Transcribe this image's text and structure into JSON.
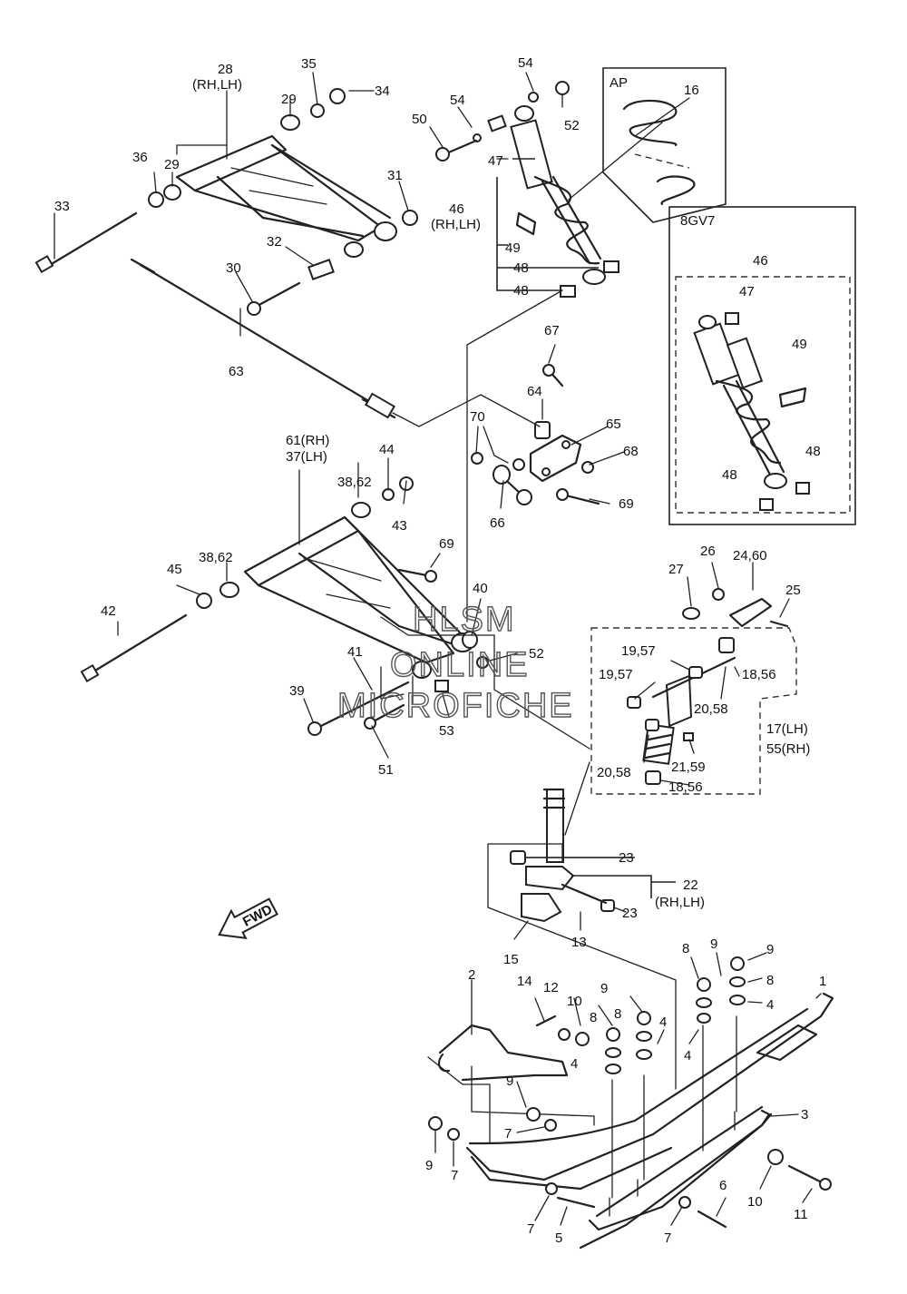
{
  "labels": {
    "l28": "28",
    "l28sub": "(RH,LH)",
    "l35": "35",
    "l34": "34",
    "l29a": "29",
    "l29b": "29",
    "l36": "36",
    "l31": "31",
    "l33": "33",
    "l32": "32",
    "l30": "30",
    "l63": "63",
    "l54a": "54",
    "l54b": "54",
    "l50": "50",
    "l52a": "52",
    "l47": "47",
    "l46": "46",
    "l46sub": "(RH,LH)",
    "l49": "49",
    "l48a": "48",
    "l48b": "48",
    "l67": "67",
    "l64": "64",
    "l65": "65",
    "l70": "70",
    "l68": "68",
    "l69a": "69",
    "l66": "66",
    "l61": "61(RH)",
    "l37": "37(LH)",
    "l44": "44",
    "l3862a": "38,62",
    "l43": "43",
    "l3862b": "38,62",
    "l69b": "69",
    "l45": "45",
    "l42": "42",
    "l40": "40",
    "l52b": "52",
    "l41": "41",
    "l39": "39",
    "l53": "53",
    "l51": "51",
    "l26": "26",
    "l2460": "24,60",
    "l27": "27",
    "l25": "25",
    "l1957a": "19,57",
    "l1957b": "19,57",
    "l1856a": "18,56",
    "l2058a": "20,58",
    "l17": "17(LH)",
    "l55": "55(RH)",
    "l2058b": "20,58",
    "l2159": "21,59",
    "l1856b": "18,56",
    "l23a": "23",
    "l22": "22",
    "l22sub": "(RH,LH)",
    "l23b": "23",
    "l13": "13",
    "l15": "15",
    "l2": "2",
    "l14": "14",
    "l12": "12",
    "l10a": "10",
    "l9a": "9",
    "l8a": "8",
    "l8b": "8",
    "l4a": "4",
    "l4b": "4",
    "l8c": "8",
    "l9b": "9",
    "l9c": "9",
    "l8d": "8",
    "l4c": "4",
    "l4d": "4",
    "l1": "1",
    "l3": "3",
    "l9d": "9",
    "l7a": "7",
    "l9e": "9",
    "l7b": "7",
    "l7c": "7",
    "l5": "5",
    "l6": "6",
    "l7d": "7",
    "l10b": "10",
    "l11": "11",
    "l16": "16"
  },
  "insets": {
    "ap_title": "AP",
    "gv_title": "8GV7",
    "gv_46": "46",
    "gv_47": "47",
    "gv_49": "49",
    "gv_48a": "48",
    "gv_48b": "48"
  },
  "fwd_label": "FWD",
  "watermark": {
    "line1": "HLSM",
    "line2": "ONLINE",
    "line3": "MICROFICHE"
  }
}
